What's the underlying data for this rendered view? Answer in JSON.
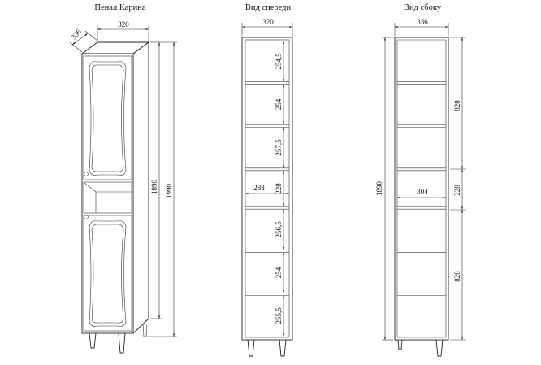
{
  "titles": {
    "perspective": "Пенал Карина",
    "front": "Вид спереди",
    "side": "Вид сбоку"
  },
  "perspective": {
    "width": "320",
    "depth": "336",
    "body_height": "1890",
    "total_height": "1990"
  },
  "front": {
    "width": "320",
    "inner_width": "288",
    "shelf_gaps": [
      "254,5",
      "254",
      "257,5",
      "228",
      "256,5",
      "254",
      "255,5"
    ]
  },
  "side": {
    "depth": "336",
    "inner_depth": "304",
    "height": "1890",
    "upper": "828",
    "middle": "228",
    "lower": "828"
  }
}
